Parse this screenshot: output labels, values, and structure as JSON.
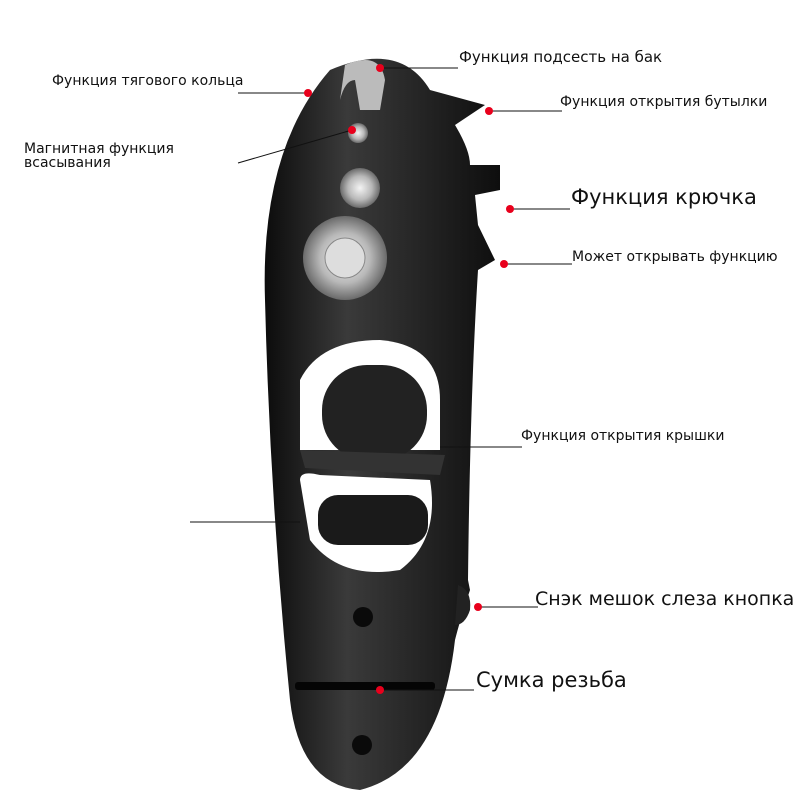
{
  "labels": {
    "pull_ring": "Функция тягового кольца",
    "magnet": "Магнитная функция всасывания",
    "tank": "Функция подсесть на бак",
    "bottle": "Функция открытия бутылки",
    "hook": "Функция крючка",
    "can": "Может открывать функцию",
    "lid": "Функция открытия крышки",
    "snack": "Снэк мешок слеза кнопка",
    "thread": "Сумка резьба"
  },
  "colors": {
    "marker": "#e8001c",
    "body": "#1c1c1c"
  }
}
